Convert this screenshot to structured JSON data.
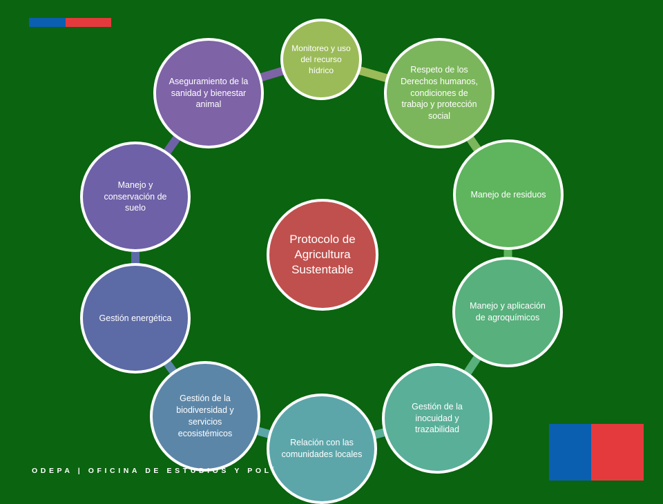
{
  "center": {
    "label": "Protocolo de Agricultura Sustentable",
    "color": "#c0504d"
  },
  "nodes": [
    {
      "label": "Monitoreo y uso del recurso hídrico",
      "color": "#9bbb59"
    },
    {
      "label": "Respeto de los Derechos humanos, condiciones de trabajo y protección social",
      "color": "#7cb65c"
    },
    {
      "label": "Manejo de residuos",
      "color": "#5fb45e"
    },
    {
      "label": "Manejo y aplicación de agroquímicos",
      "color": "#58b07d"
    },
    {
      "label": "Gestión de la inocuidad y trazabilidad",
      "color": "#5aaf98"
    },
    {
      "label": "Relación con las comunidades locales",
      "color": "#5ca6aa"
    },
    {
      "label": "Gestión de la biodiversidad y servicios ecosistémicos",
      "color": "#5b86a8"
    },
    {
      "label": "Gestión energética",
      "color": "#5c6aa6"
    },
    {
      "label": "Manejo y conservación de suelo",
      "color": "#6e61a7"
    },
    {
      "label": "Aseguramiento de la sanidad y bienestar animal",
      "color": "#7e63a7"
    }
  ],
  "footer": {
    "text": "ODEPA | OFICINA DE ESTUDIOS Y POLÍ"
  }
}
